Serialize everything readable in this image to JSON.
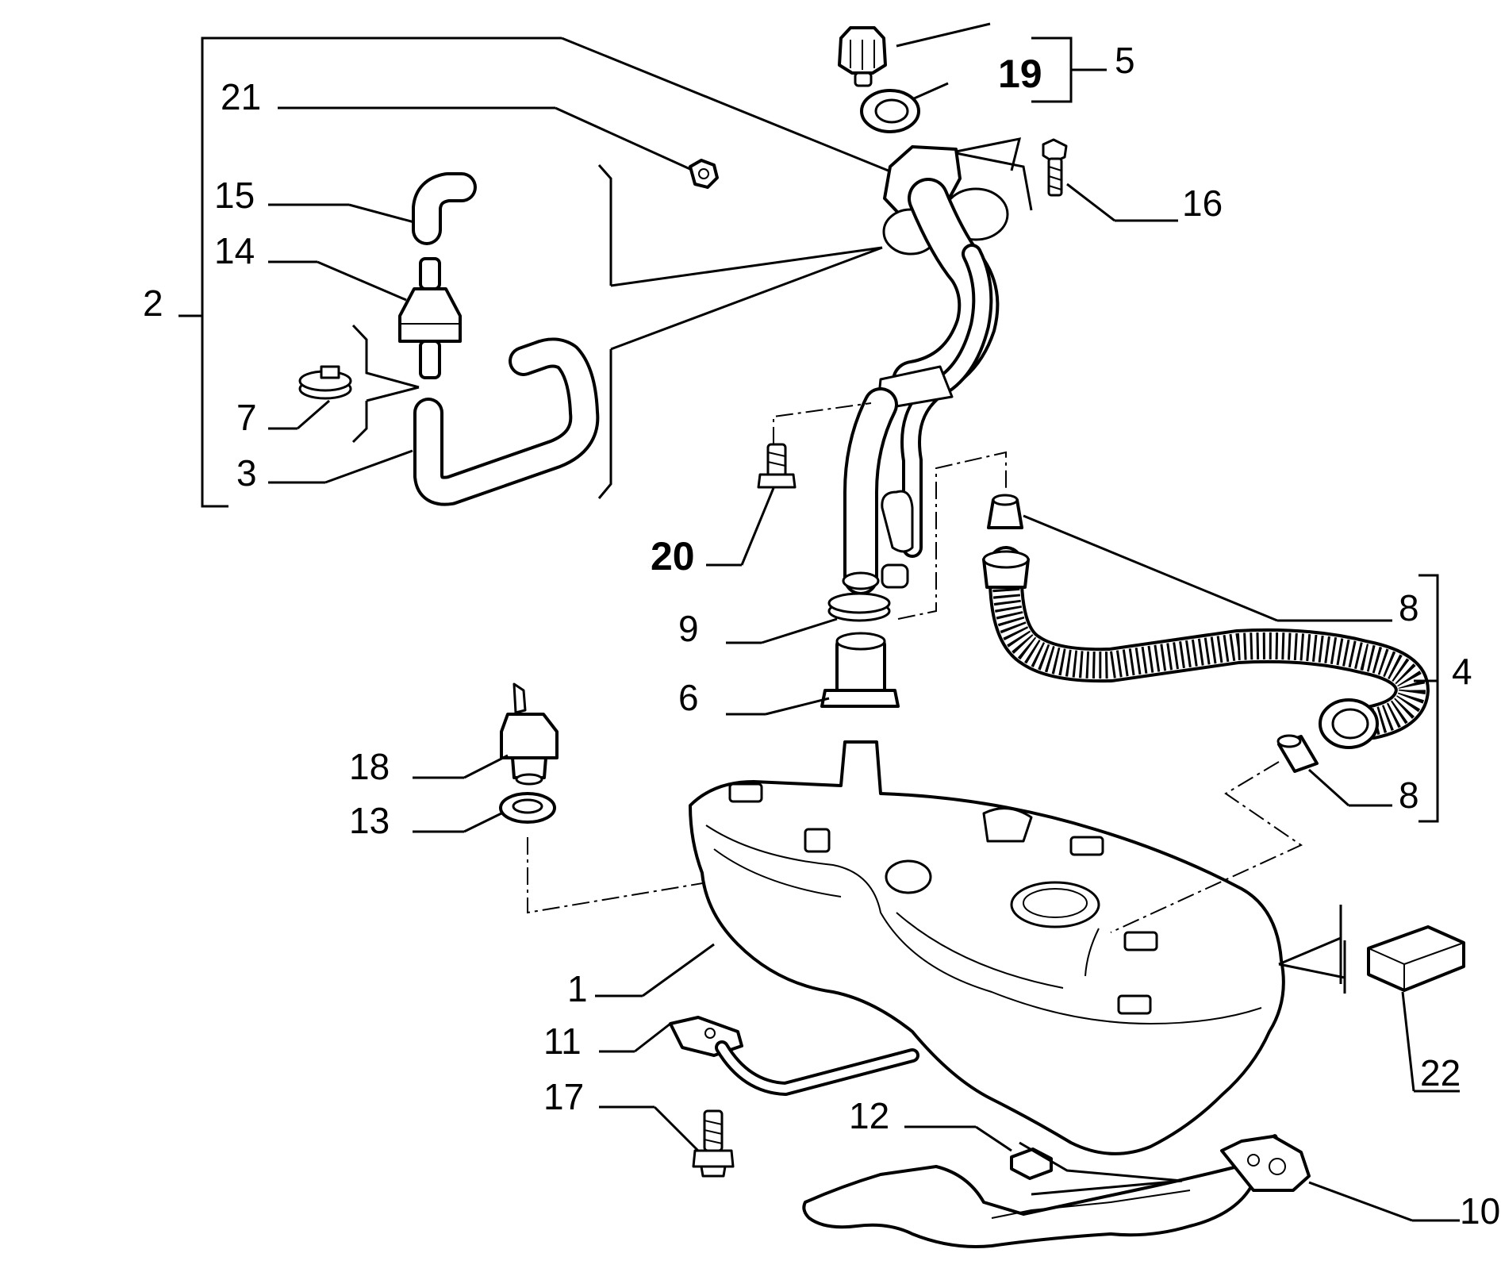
{
  "labels": {
    "p1": "1",
    "p2": "2",
    "p3": "3",
    "p4": "4",
    "p5": "5",
    "p6": "6",
    "p7": "7",
    "p8a": "8",
    "p8b": "8",
    "p9": "9",
    "p10": "10",
    "p11": "11",
    "p12": "12",
    "p13": "13",
    "p14": "14",
    "p15": "15",
    "p16": "16",
    "p17": "17",
    "p18": "18",
    "p19": "19",
    "p20": "20",
    "p21": "21",
    "p22": "22"
  }
}
